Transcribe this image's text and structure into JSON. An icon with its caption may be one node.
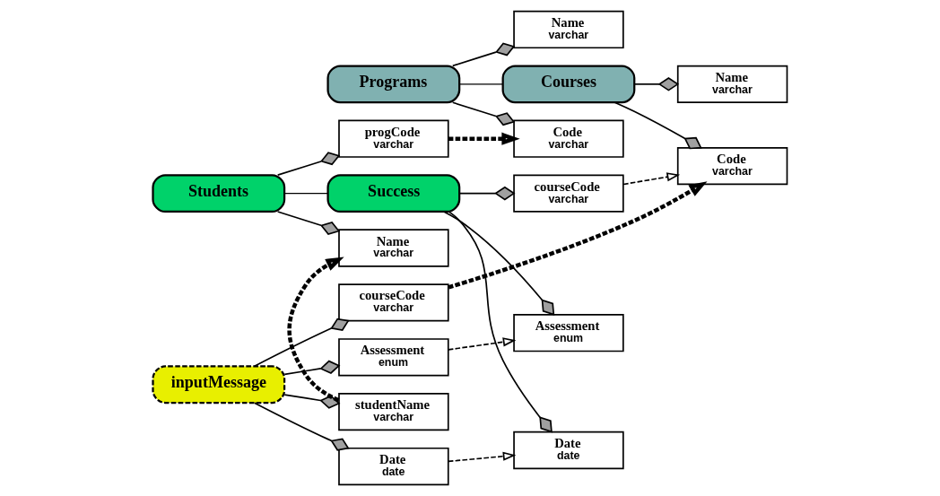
{
  "diagram": {
    "nodes": [
      {
        "text": [
          "Students"
        ]
      },
      {
        "text": [
          "progCode",
          "varchar"
        ]
      },
      {
        "text": [
          "Name",
          "varchar"
        ]
      },
      {
        "text": [
          "Success"
        ]
      },
      {
        "text": [
          "courseCode",
          "varchar"
        ]
      },
      {
        "text": [
          "Assessment",
          "enum"
        ]
      },
      {
        "text": [
          "Date",
          "date"
        ]
      },
      {
        "text": [
          "Programs"
        ]
      },
      {
        "text": [
          "Code",
          "varchar"
        ]
      },
      {
        "text": [
          "Name",
          "varchar"
        ]
      },
      {
        "text": [
          "Courses"
        ]
      },
      {
        "text": [
          "Code",
          "varchar"
        ]
      },
      {
        "text": [
          "Name",
          "varchar"
        ]
      },
      {
        "text": [
          "inputMessage"
        ]
      },
      {
        "text": [
          "studentName",
          "varchar"
        ]
      },
      {
        "text": [
          "courseCode",
          "varchar"
        ]
      },
      {
        "text": [
          "Assessment",
          "enum"
        ]
      },
      {
        "text": [
          "Date",
          "date"
        ]
      }
    ],
    "edges": [
      {
        "from": 0,
        "to": 1,
        "arrow": "other"
      },
      {
        "from": 0,
        "to": 2,
        "arrow": "other"
      },
      {
        "from": 0,
        "to": 3,
        "arrow": "none"
      },
      {
        "from": 3,
        "to": 4,
        "arrow": "other"
      },
      {
        "from": 3,
        "to": 5,
        "arrow": "other"
      },
      {
        "from": 3,
        "to": 6,
        "arrow": "other"
      },
      {
        "from": 7,
        "to": 8,
        "arrow": "other"
      },
      {
        "from": 7,
        "to": 9,
        "arrow": "other"
      },
      {
        "from": 7,
        "to": 10,
        "arrow": "none"
      },
      {
        "from": 10,
        "to": 11,
        "arrow": "other"
      },
      {
        "from": 10,
        "to": 12,
        "arrow": "other"
      },
      {
        "from": 13,
        "to": 14,
        "arrow": "other"
      },
      {
        "from": 13,
        "to": 15,
        "arrow": "other"
      },
      {
        "from": 13,
        "to": 16,
        "arrow": "other"
      },
      {
        "from": 13,
        "to": 17,
        "arrow": "other"
      },
      {
        "from": 1,
        "to": 8,
        "arrow": "to",
        "style": "dashed"
      },
      {
        "from": 14,
        "to": 2,
        "arrow": "to",
        "style": "dashed"
      },
      {
        "from": 4,
        "to": 11,
        "arrow": "to",
        "style": "dashed"
      },
      {
        "from": 15,
        "to": 11,
        "arrow": "to",
        "style": "dashed"
      },
      {
        "from": 16,
        "to": 5,
        "arrow": "to",
        "style": "dashed"
      },
      {
        "from": 17,
        "to": 6,
        "arrow": "to",
        "style": "dashed"
      }
    ]
  }
}
